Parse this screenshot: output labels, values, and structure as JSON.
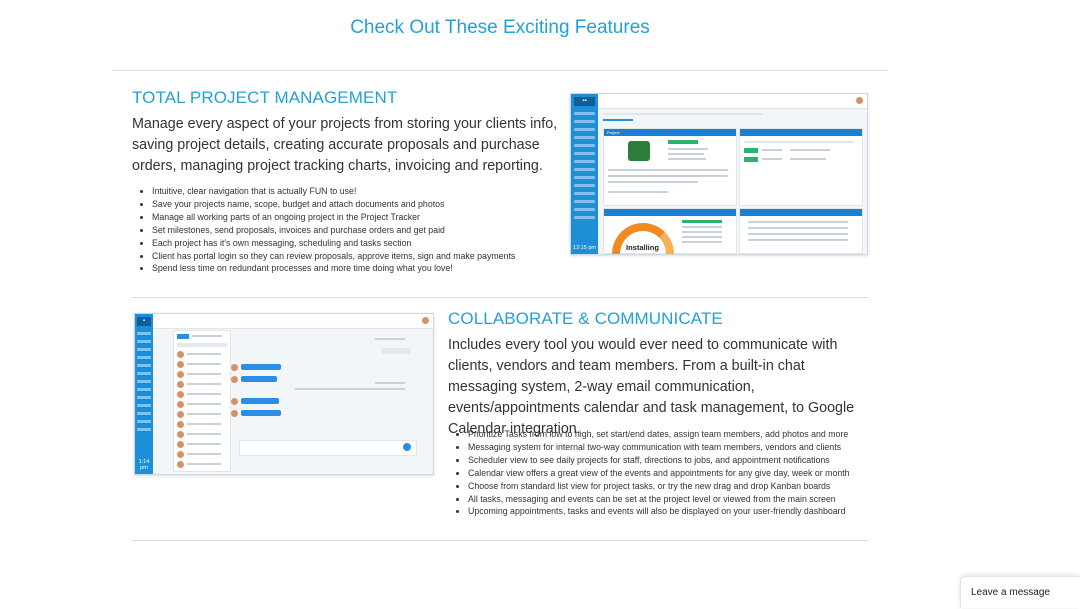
{
  "page": {
    "title": "Check Out These Exciting Features"
  },
  "features": [
    {
      "title": "TOTAL PROJECT MANAGEMENT",
      "description": "Manage every aspect of your projects from storing your clients info, saving project details, creating accurate proposals and purchase orders, managing project tracking charts, invoicing and reporting.",
      "bullets": [
        "Intuitive, clear navigation that is actually FUN to use!",
        "Save your projects name, scope, budget and attach documents and photos",
        "Manage all working parts of an ongoing project in the Project Tracker",
        "Set milestones, send proposals, invoices and purchase orders and get paid",
        "Each project has it's own messaging, scheduling and tasks section",
        "Client has portal login so they can review proposals, approve items, sign and make payments",
        "Spend less time on redundant processes and more time doing what you love!"
      ],
      "screenshot": {
        "time": "12:15 pm",
        "gauge_label": "Installing"
      }
    },
    {
      "title": "COLLABORATE & COMMUNICATE",
      "description": "Includes every tool you would ever need to communicate with clients, vendors and team members. From a built-in chat messaging system, 2-way email communication, events/appointments calendar and task management, to Google Calendar integration.",
      "bullets": [
        "Prioritize Tasks from low to high, set start/end dates, assign team members, add photos and more",
        "Messaging system for internal two-way communication with team members, vendors and clients",
        "Scheduler view to see daily projects for staff, directions to jobs, and appointment notifications",
        "Calendar view offers a great view of the events and appointments for any give day, week or month",
        "Choose from standard list view for project tasks, or try the new drag and drop Kanban boards",
        "All tasks, messaging and events can be set at the project level or viewed from the main screen",
        "Upcoming appointments, tasks and events will also be displayed on your user-friendly dashboard"
      ],
      "screenshot": {
        "time": "1:14 pm"
      }
    }
  ],
  "chat_widget": {
    "label": "Leave a message"
  },
  "colors": {
    "accent": "#22a1d9",
    "sidebar": "#1d8fd7",
    "gauge": "#f28a22"
  }
}
